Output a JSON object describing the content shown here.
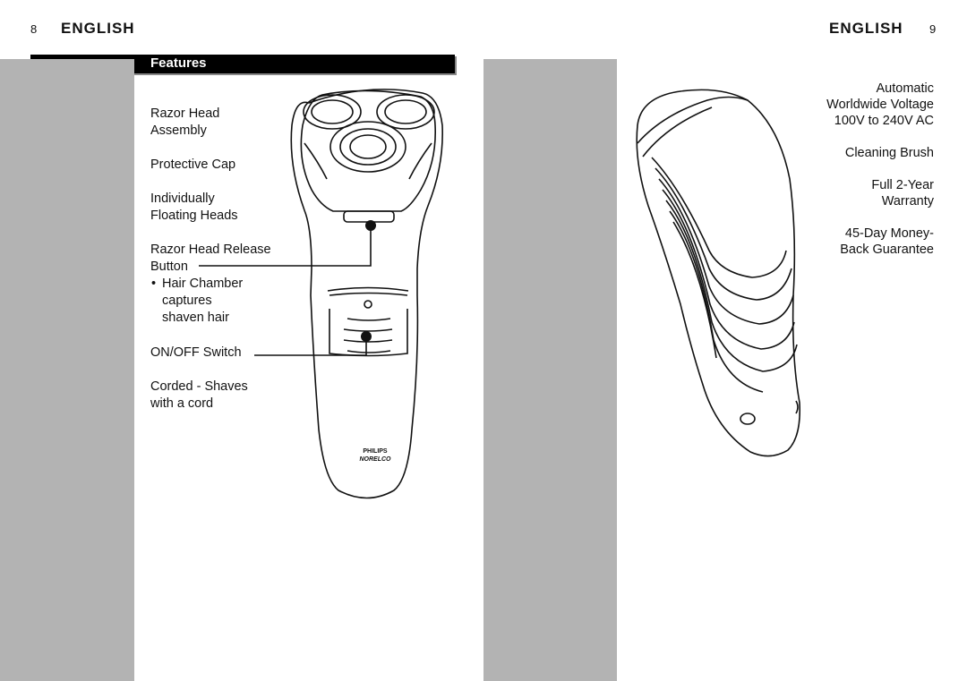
{
  "left_page": {
    "page_number": "8",
    "header": "ENGLISH",
    "section_title": "Features",
    "labels": {
      "razor_head": [
        "Razor Head",
        "Assembly"
      ],
      "protective_cap": [
        "Protective Cap"
      ],
      "floating_heads": [
        "Individually",
        "Floating Heads"
      ],
      "release_button": [
        "Razor Head Release",
        "Button"
      ],
      "hair_chamber_bullet": "•",
      "hair_chamber": [
        "Hair Chamber",
        "captures",
        "shaven hair"
      ],
      "on_off": [
        "ON/OFF Switch"
      ],
      "corded": [
        "Corded - Shaves",
        "with a cord"
      ]
    },
    "brand": {
      "line1": "PHILIPS",
      "line2": "NORELCO"
    }
  },
  "right_page": {
    "page_number": "9",
    "header": "ENGLISH",
    "features": {
      "voltage": [
        "Automatic",
        "Worldwide Voltage",
        "100V to 240V AC"
      ],
      "brush": [
        "Cleaning Brush"
      ],
      "warranty": [
        "Full 2-Year",
        "Warranty"
      ],
      "guarantee": [
        "45-Day Money-",
        "Back Guarantee"
      ]
    }
  },
  "colors": {
    "gray_panel": "#b3b3b3",
    "bar": "#000000"
  }
}
